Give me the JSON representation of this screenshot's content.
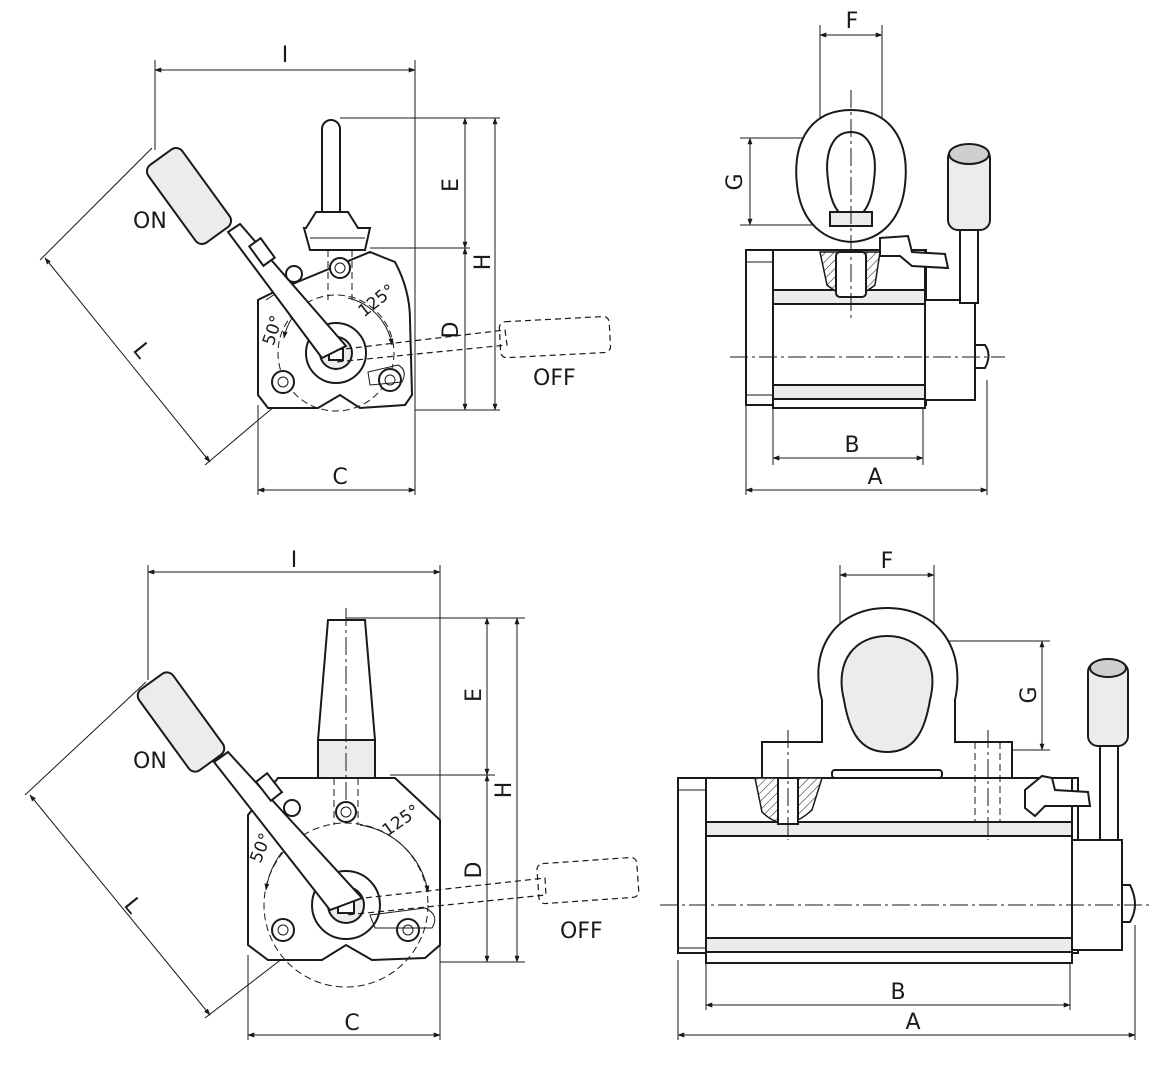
{
  "labels": {
    "a": "A",
    "b": "B",
    "c": "C",
    "d": "D",
    "e": "E",
    "f": "F",
    "g": "G",
    "h": "H",
    "i": "I",
    "l": "L",
    "on": "ON",
    "off": "OFF",
    "angle_small": "50°",
    "angle_large": "125°"
  },
  "colors": {
    "line": "#1a1a1a",
    "background": "#ffffff",
    "metal_light": "#ececec",
    "metal_dark": "#cfcfcf"
  }
}
